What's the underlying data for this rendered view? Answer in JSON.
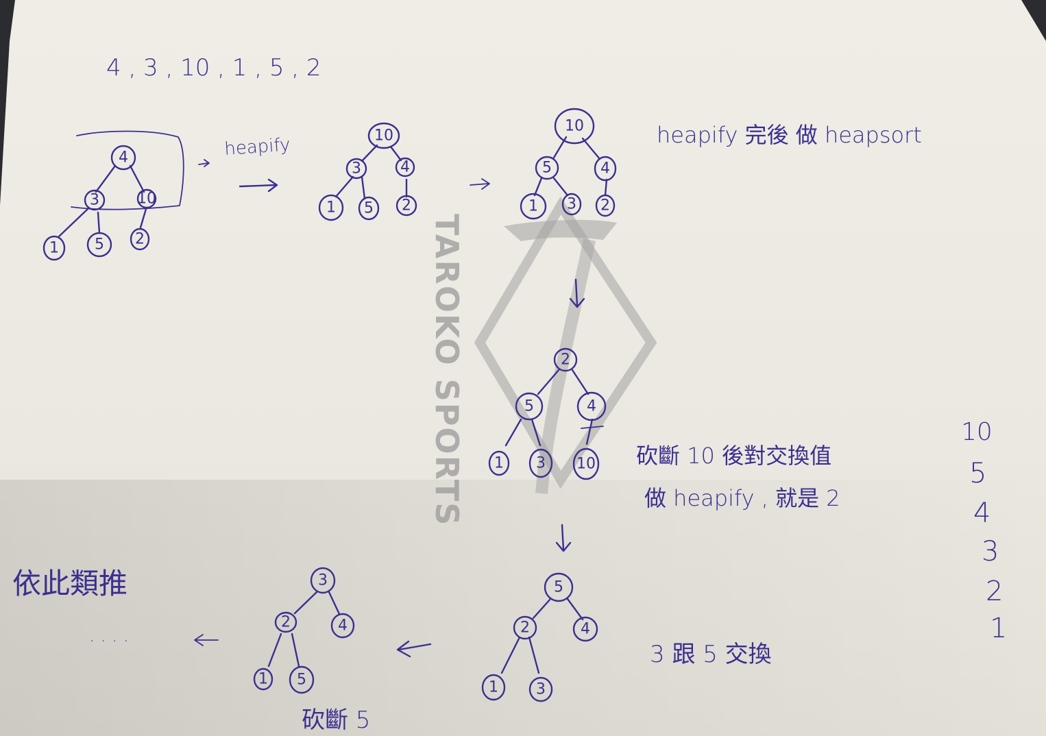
{
  "input_sequence": "4 , 3 , 10 , 1 , 5 , 2",
  "labels": {
    "heapify_arrow": "heapify",
    "heapify_then_heapsort": "heapify 完後 做 heapsort",
    "cut_line1": "砍斷 10 後對交換值",
    "cut_line2": "做 heapify , 就是 2",
    "swap_3_5": "3 跟 5 交換",
    "cut_5": "砍斷 5",
    "and_so_on": "依此類推",
    "ellipsis": "· · · ·"
  },
  "watermark": {
    "brand_text": "TAROKO SPORTS"
  },
  "sorted_output": [
    "10",
    "5",
    "4",
    "3",
    "2",
    "1"
  ],
  "trees": {
    "initial": [
      "4",
      "3",
      "10",
      "1",
      "5",
      "2"
    ],
    "heapified": [
      "10",
      "3",
      "4",
      "1",
      "5",
      "2"
    ],
    "heap": [
      "10",
      "5",
      "4",
      "1",
      "3",
      "2"
    ],
    "after_swap": [
      "2",
      "5",
      "4",
      "1",
      "3",
      "10"
    ],
    "after_heapify": [
      "5",
      "2",
      "4",
      "1",
      "3"
    ],
    "after_cut_5": [
      "3",
      "2",
      "4",
      "1",
      "5"
    ]
  },
  "colors": {
    "ink": "#3b2f8f",
    "paper": "#ece9e1",
    "background": "#2a2c30"
  }
}
